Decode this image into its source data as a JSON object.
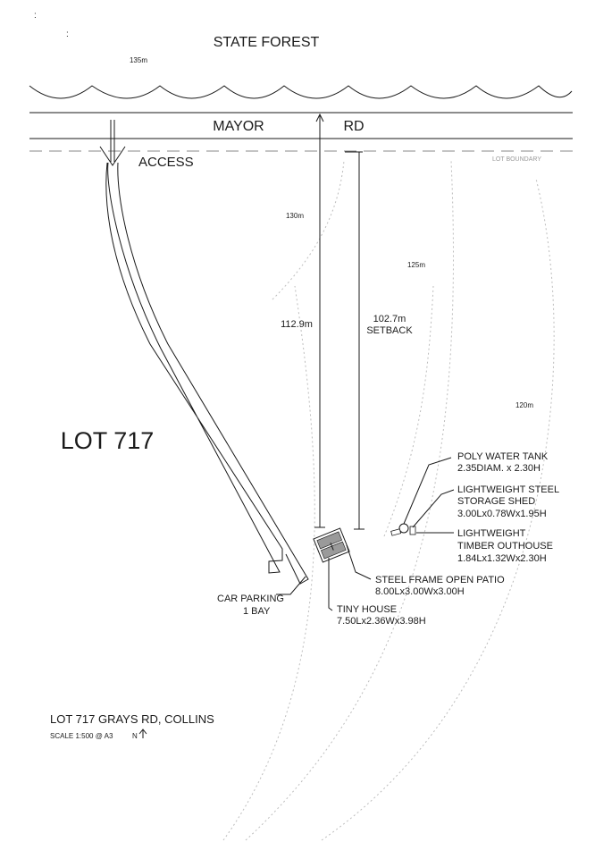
{
  "marks": {
    "top_dot_1": ":",
    "top_dot_2": ":"
  },
  "labels": {
    "state_forest": "STATE FOREST",
    "road_left": "MAYOR",
    "road_right": "RD",
    "access": "ACCESS",
    "lot_boundary": "LOT BOUNDARY",
    "lot_name": "LOT 717",
    "dim_112": "112.9m",
    "dim_102": "102.7m",
    "setback": "SETBACK"
  },
  "contours": {
    "c135": "135m",
    "c130": "130m",
    "c125": "125m",
    "c120": "120m"
  },
  "callouts": {
    "poly_tank_1": "POLY WATER TANK",
    "poly_tank_2": "2.35DIAM. x 2.30H",
    "shed_1": "LIGHTWEIGHT STEEL",
    "shed_2": "STORAGE SHED",
    "shed_3": "3.00Lx0.78Wx1.95H",
    "outhouse_1": "LIGHTWEIGHT",
    "outhouse_2": "TIMBER OUTHOUSE",
    "outhouse_3": "1.84Lx1.32Wx2.30H",
    "patio_1": "STEEL FRAME OPEN PATIO",
    "patio_2": "8.00Lx3.00Wx3.00H",
    "tiny_1": "TINY HOUSE",
    "tiny_2": "7.50Lx2.36Wx3.98H",
    "parking_1": "CAR PARKING",
    "parking_2": "1 BAY"
  },
  "title_block": {
    "address": "LOT 717 GRAYS RD, COLLINS",
    "scale": "SCALE 1:500 @ A3",
    "north": "N"
  }
}
